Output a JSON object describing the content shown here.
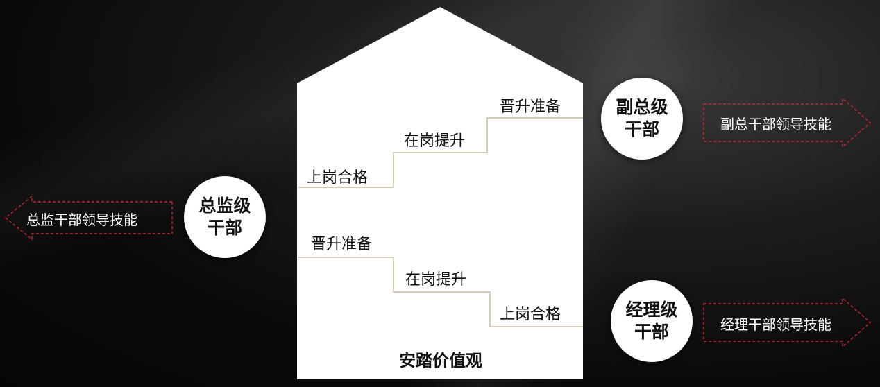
{
  "house": {
    "title": "安踏价值观",
    "upper_steps": [
      "上岗合格",
      "在岗提升",
      "晋升准备"
    ],
    "lower_steps": [
      "晋升准备",
      "在岗提升",
      "上岗合格"
    ]
  },
  "levels": {
    "vice_general": {
      "name": "副总级干部",
      "skill": "副总干部领导技能"
    },
    "director": {
      "name": "总监级干部",
      "skill": "总监干部领导技能"
    },
    "manager": {
      "name": "经理级干部",
      "skill": "经理干部领导技能"
    }
  },
  "colors": {
    "background": "#0a0a0a",
    "house": "#ffffff",
    "step_line": "#c8bd9c",
    "arrow_dash": "#c0282d"
  }
}
